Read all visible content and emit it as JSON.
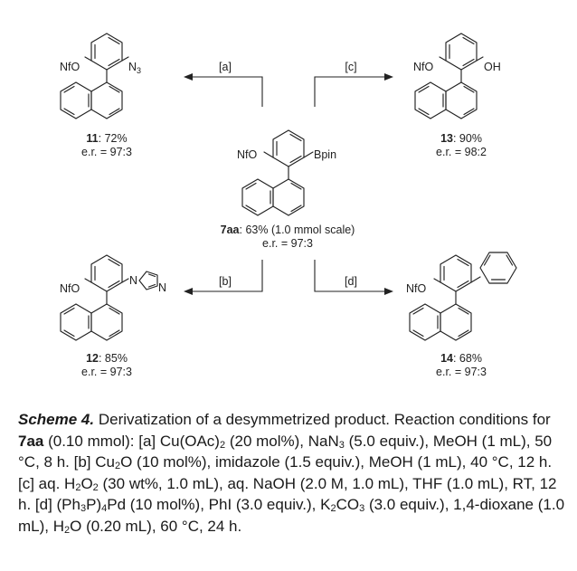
{
  "compounds": {
    "c7aa": {
      "id": "7aa",
      "yield": ": 63% (1.0 mmol scale)",
      "er": "e.r. = 97:3",
      "left_sub": "NfO",
      "right_sub": "Bpin"
    },
    "c11": {
      "id": "11",
      "yield": ": 72%",
      "er": "e.r. = 97:3",
      "left_sub": "NfO",
      "right_sub": "N",
      "right_sub_idx": "3"
    },
    "c13": {
      "id": "13",
      "yield": ": 90%",
      "er": "e.r. = 98:2",
      "left_sub": "NfO",
      "right_sub": "OH"
    },
    "c12": {
      "id": "12",
      "yield": ": 85%",
      "er": "e.r. = 97:3",
      "left_sub": "NfO",
      "right_sub": "N",
      "ring_atom": "N"
    },
    "c14": {
      "id": "14",
      "yield": ": 68%",
      "er": "e.r. = 97:3",
      "left_sub": "NfO"
    }
  },
  "conditions": {
    "a": "[a]",
    "b": "[b]",
    "c": "[c]",
    "d": "[d]"
  },
  "caption": {
    "title": "Scheme 4.",
    "s1": " Derivatization of a desymmetrized product. Reaction conditions for ",
    "bold_id": "7aa",
    "s2": " (0.10 mmol): [a] Cu(OAc)",
    "s3": "2",
    "s4": " (20 mol%), NaN",
    "s5": "3",
    "s6": " (5.0 equiv.), MeOH (1 mL), 50 °C, 8 h. [b] Cu",
    "s7": "2",
    "s8": "O (10 mol%), imidazole (1.5 equiv.), MeOH (1 mL), 40 °C, 12 h. [c] aq. H",
    "s9": "2",
    "s10": "O",
    "s11": "2",
    "s12": " (30 wt%, 1.0 mL), aq. NaOH (2.0 M, 1.0 mL), THF (1.0 mL), RT, 12 h. [d] (Ph",
    "s13": "3",
    "s14": "P)",
    "s15": "4",
    "s16": "Pd (10 mol%), PhI (3.0 equiv.), K",
    "s17": "2",
    "s18": "CO",
    "s19": "3",
    "s20": " (3.0 equiv.), 1,4-dioxane (1.0 mL), H",
    "s21": "2",
    "s22": "O (0.20 mL), 60 °C, 24 h."
  }
}
